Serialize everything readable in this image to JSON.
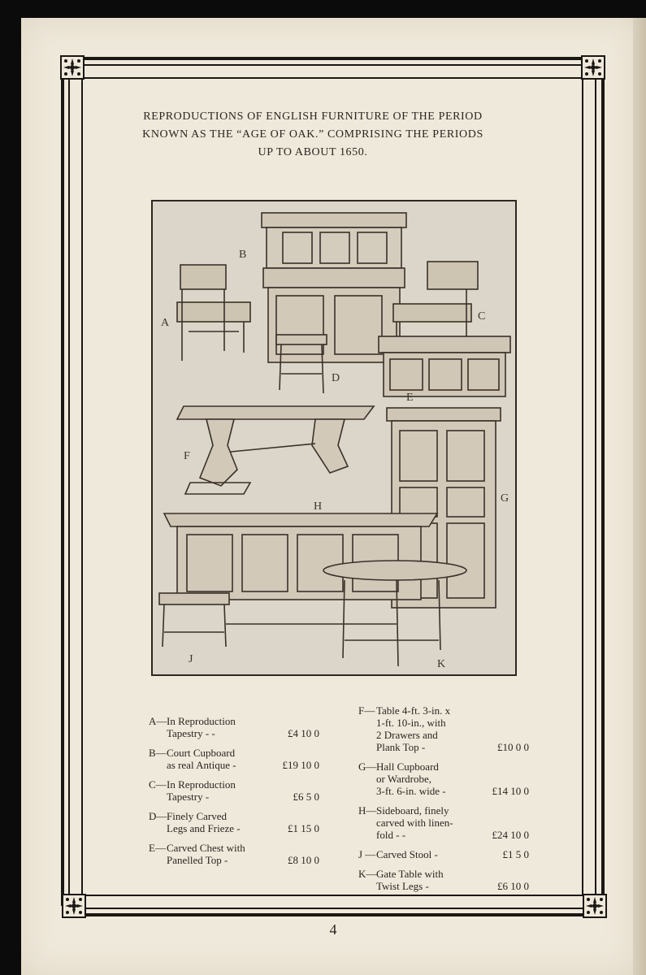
{
  "heading": {
    "line1": "REPRODUCTIONS OF ENGLISH FURNITURE OF THE PERIOD",
    "line2": "KNOWN AS THE “AGE OF OAK.” COMPRISING THE PERIODS",
    "line3": "UP TO ABOUT 1650."
  },
  "illustration_labels": {
    "a": "A",
    "b": "B",
    "c": "C",
    "d": "D",
    "e": "E",
    "f": "F",
    "g": "G",
    "h": "H",
    "j": "J",
    "k": "K"
  },
  "price_list_left": [
    {
      "letter": "A—",
      "lines": [
        "In Reproduction",
        "Tapestry  -      -"
      ],
      "price": "£4  10   0"
    },
    {
      "letter": "B—",
      "lines": [
        "Court Cupboard",
        "as real Antique -"
      ],
      "price": "£19  10   0"
    },
    {
      "letter": "C—",
      "lines": [
        "In Reproduction",
        "Tapestry      -"
      ],
      "price": "£6   5   0"
    },
    {
      "letter": "D—",
      "lines": [
        "Finely Carved",
        "Legs and Frieze -"
      ],
      "price": "£1  15   0"
    },
    {
      "letter": "E—",
      "lines": [
        "Carved Chest with",
        "Panelled Top    -"
      ],
      "price": "£8  10   0"
    }
  ],
  "price_list_right": [
    {
      "letter": "F—",
      "lines": [
        "Table 4-ft. 3-in. x",
        "1-ft. 10-in., with",
        "2  Drawers  and",
        "Plank Top       -"
      ],
      "price": "£10   0   0"
    },
    {
      "letter": "G—",
      "lines": [
        "Hall  Cupboard",
        "or Wardrobe,",
        "3-ft. 6-in. wide  -"
      ],
      "price": "£14  10   0"
    },
    {
      "letter": "H—",
      "lines": [
        "Sideboard, finely",
        "carved with linen-",
        "fold          -      -"
      ],
      "price": "£24  10   0"
    },
    {
      "letter": "J —",
      "lines": [
        "Carved Stool    -"
      ],
      "price": "£1   5   0"
    },
    {
      "letter": "K—",
      "lines": [
        "Gate Table with",
        "Twist Legs      -"
      ],
      "price": "£6  10   0"
    }
  ],
  "page_number": "4"
}
